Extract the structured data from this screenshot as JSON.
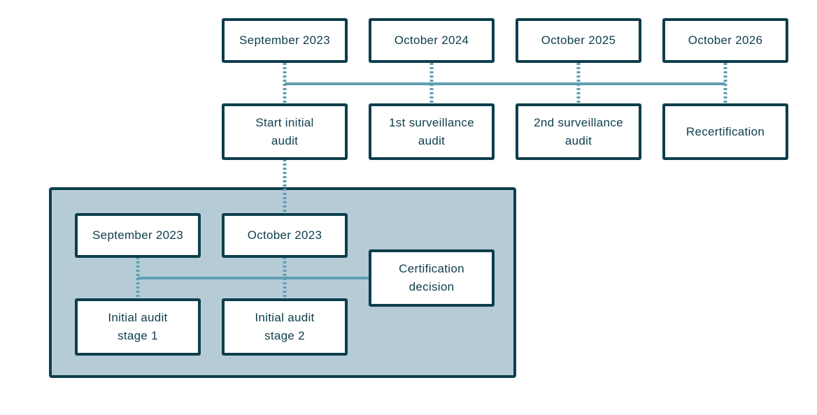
{
  "timeline": {
    "dates": [
      "September 2023",
      "October 2024",
      "October 2025",
      "October 2026"
    ],
    "milestones": [
      "Start initial audit",
      "1st surveillance audit",
      "2nd surveillance audit",
      "Recertification"
    ]
  },
  "initial_audit": {
    "dates": [
      "September 2023",
      "October 2023"
    ],
    "stages": [
      "Initial audit stage 1",
      "Initial audit stage 2"
    ],
    "decision": "Certification decision"
  },
  "colors": {
    "border": "#0d3e4b",
    "text": "#0d3e4b",
    "connector": "#5f9fb2",
    "panel_fill": "#b5ccd7",
    "node_fill": "#ffffff"
  }
}
